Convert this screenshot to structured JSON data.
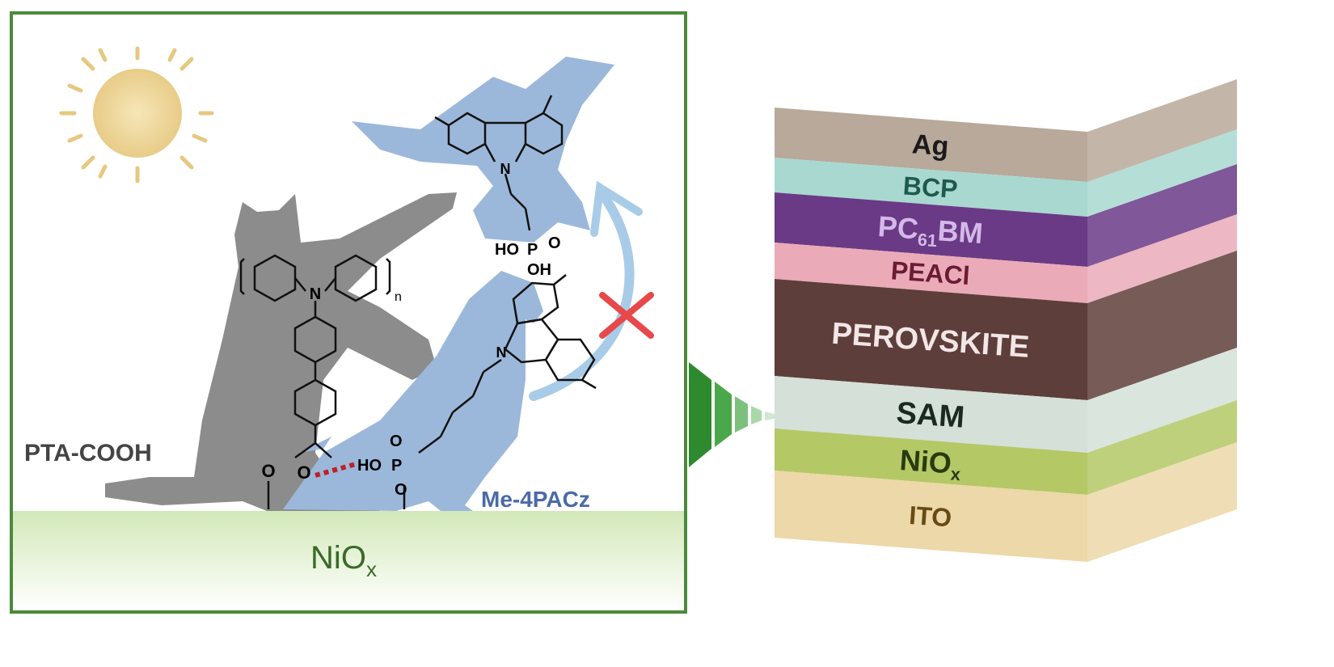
{
  "left_panel": {
    "substrate_label": "NiO",
    "substrate_sub": "x",
    "polymer_label": "PTA-COOH",
    "sam_label": "Me-4PACz",
    "polymer_n": "n",
    "atoms": {
      "N": "N",
      "O": "O",
      "HO": "HO",
      "P": "P",
      "OH": "OH"
    }
  },
  "stack": {
    "layers": [
      {
        "name": "Ag",
        "sub": "",
        "suffix": "",
        "color": "#b8a99a",
        "text_color": "#1a1a1a"
      },
      {
        "name": "BCP",
        "sub": "",
        "suffix": "",
        "color": "#a8d8d0",
        "text_color": "#1f5a4c"
      },
      {
        "name": "PC",
        "sub": "61",
        "suffix": "BM",
        "color": "#6a3a86",
        "text_color": "#d4b8e8"
      },
      {
        "name": "PEACl",
        "sub": "",
        "suffix": "",
        "color": "#eaaab8",
        "text_color": "#6a1c34"
      },
      {
        "name": "PEROVSKITE",
        "sub": "",
        "suffix": "",
        "color": "#5e3e3a",
        "text_color": "#f2e6e6"
      },
      {
        "name": "SAM",
        "sub": "",
        "suffix": "",
        "color": "#d4e0d8",
        "text_color": "#1a2a1e"
      },
      {
        "name": "NiO",
        "sub": "x",
        "suffix": "",
        "color": "#b4c866",
        "text_color": "#2a3a10"
      },
      {
        "name": "ITO",
        "sub": "",
        "suffix": "",
        "color": "#ecd8a8",
        "text_color": "#6a4a14"
      }
    ]
  },
  "colors": {
    "frame": "#4a8a3a",
    "bird": "#9bb8da",
    "cat": "#8c8c8c",
    "cross": "#e8484a",
    "hbond": "#c0202a"
  }
}
